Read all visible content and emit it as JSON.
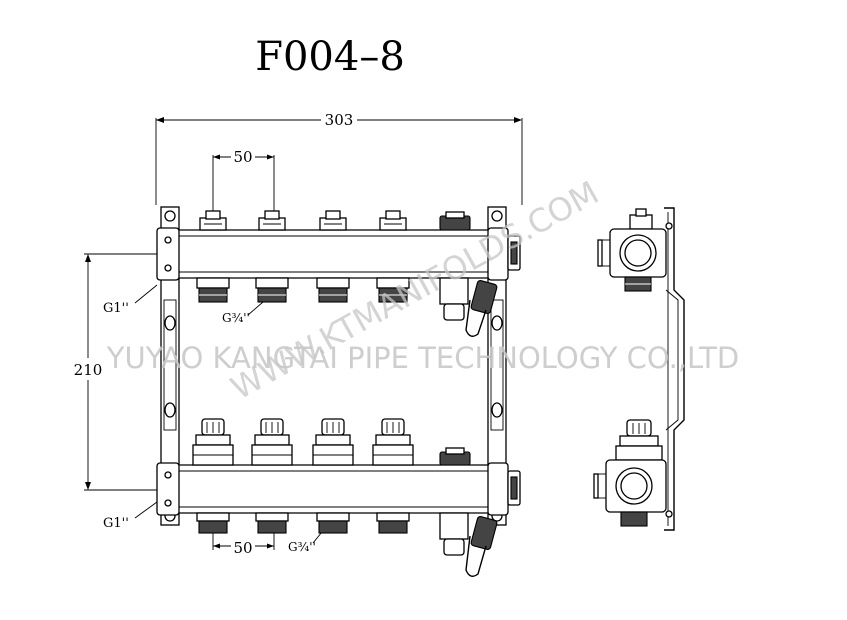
{
  "title": "F004–8",
  "dimensions": {
    "overall_width": "303",
    "outlet_spacing_top": "50",
    "outlet_spacing_bottom": "50",
    "overall_height": "210"
  },
  "thread_labels": {
    "main_top": "G1''",
    "main_bottom": "G1''",
    "outlet_top": "G¾''",
    "outlet_bottom": "G¾''"
  },
  "watermarks": {
    "company": "YUYAO KANGTAI PIPE TECHNOLOGY CO.,LTD",
    "website": "WWW.KTMANIFOLDS.COM"
  },
  "outlet_count": 4
}
